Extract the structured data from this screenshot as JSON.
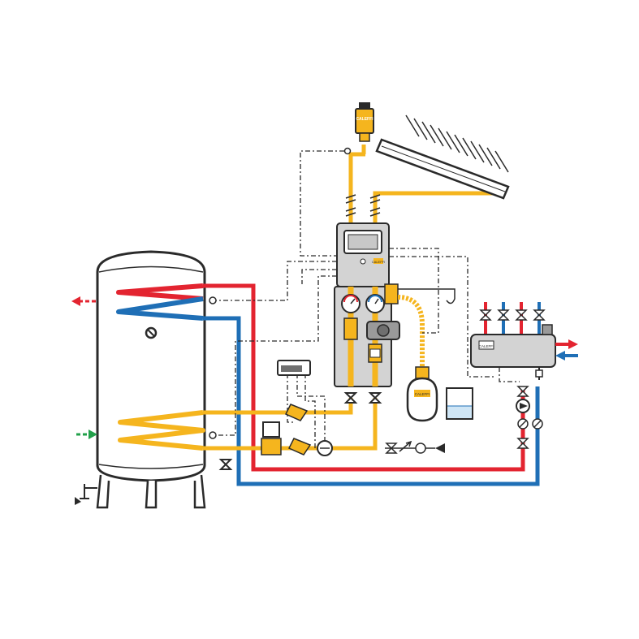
{
  "diagram": {
    "colors": {
      "hot": "#e32430",
      "cold": "#1f6fb6",
      "solar": "#f5b51e",
      "inlet": "#22a04a",
      "line": "#2a2a2a",
      "tank": "#c9c9c9",
      "panel": "#d3d3d3",
      "background": "#ffffff"
    },
    "icons": {
      "tank": "storage-tank-icon",
      "collector": "solar-collector-icon",
      "controller": "solar-controller-icon",
      "expansion_vessel": "expansion-vessel-icon",
      "drain_vessel": "drain-vessel-icon",
      "pump": "circulation-pump-icon",
      "valve": "shutoff-valve-icon",
      "manifold": "hydraulic-separator-icon",
      "air_vent": "air-vent-icon",
      "gauge": "pressure-gauge-icon"
    },
    "labels": {
      "brand_top_vent": "CALEFFI",
      "brand_station": "CALEFFI",
      "brand_expansion": "CALEFFI",
      "brand_manifold": "CALEFFI"
    }
  }
}
